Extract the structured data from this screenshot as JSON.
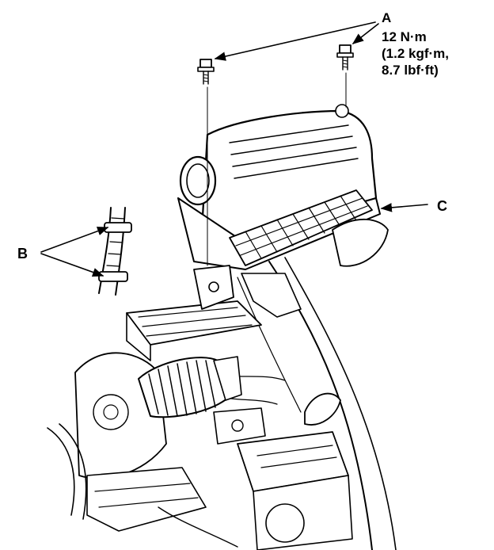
{
  "callouts": {
    "a": {
      "letter": "A",
      "spec_line1": "12 N·m",
      "spec_line2": "(1.2 kgf·m,",
      "spec_line3": "8.7 lbf·ft)"
    },
    "b": {
      "letter": "B"
    },
    "c": {
      "letter": "C"
    }
  },
  "colors": {
    "ink": "#000000",
    "paper": "#ffffff"
  }
}
